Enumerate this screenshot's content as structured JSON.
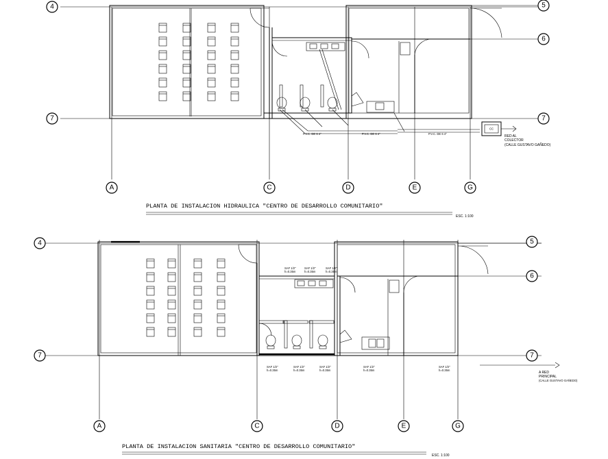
{
  "plans": [
    {
      "title": "PLANTA DE INSTALACION HIDRAULICA \"CENTRO DE DESARROLLO COMUNITARIO\"",
      "scale": "ESC. 1:100",
      "grid_rows": [
        "4",
        "5",
        "6",
        "7"
      ],
      "grid_cols": [
        "A",
        "C",
        "D",
        "E",
        "G"
      ],
      "pipe_labels": [
        "P.V.C. DE 6 4\"",
        "P.V.C. DE 6 4\"",
        "P.V.C. DE 6 4\""
      ],
      "box_label": "CC",
      "outlet": {
        "line1": "RED AL",
        "line2": "COLECTOR",
        "line3": "(CALLE GUSTAVO GAÑEDO)"
      }
    },
    {
      "title": "PLANTA DE INSTALACION SANITARIA \"CENTRO DE DESARROLLO COMUNITARIO\"",
      "scale": "ESC. 1:100",
      "grid_rows": [
        "4",
        "5",
        "6",
        "7"
      ],
      "grid_cols": [
        "A",
        "C",
        "D",
        "E",
        "G"
      ],
      "fixture_labels": [
        {
          "a": "SAF 1/2\"",
          "b": "h=0.35m"
        },
        {
          "a": "SAF 1/2\"",
          "b": "h=0.35m"
        },
        {
          "a": "SAF 1/2\"",
          "b": "h=0.35m"
        },
        {
          "a": "SAF 1/2\"",
          "b": "h=0.35m"
        },
        {
          "a": "SAF 1/2\"",
          "b": "h=0.35m"
        },
        {
          "a": "SAF 1/2\"",
          "b": "h=0.35m"
        },
        {
          "a": "SAF 1/2\"",
          "b": "h=0.35m"
        },
        {
          "a": "SAF 1/2\"",
          "b": "h=0.35m"
        }
      ],
      "outlet": {
        "line1": "A RED",
        "line2": "PRINCIPAL",
        "line3": "(CALLE GUSTAVO GAÑEDO)"
      }
    }
  ]
}
